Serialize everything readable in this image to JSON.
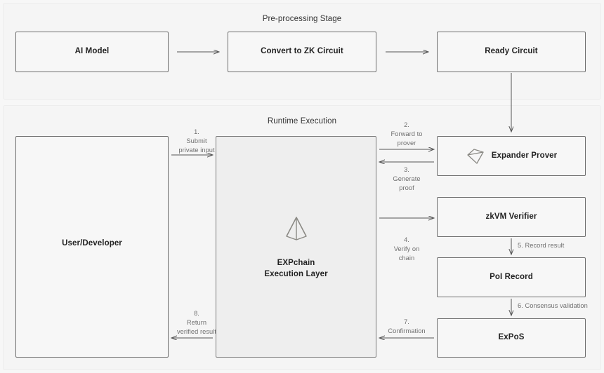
{
  "diagram": {
    "sections": [
      {
        "id": "pre-processing",
        "title": "Pre-processing Stage"
      },
      {
        "id": "runtime",
        "title": "Runtime Execution"
      }
    ],
    "nodes": {
      "ai_model": "AI Model",
      "convert_zk": "Convert to ZK Circuit",
      "ready_circuit": "Ready Circuit",
      "user_developer": "User/Developer",
      "expchain_line1": "EXPchain",
      "expchain_line2": "Execution Layer",
      "expander_prover": "Expander Prover",
      "zkvm_verifier": "zkVM Verifier",
      "poi_record": "PoI Record",
      "expos": "ExPoS"
    },
    "icons": {
      "expchain": "pyramid-icon",
      "expander_prover": "kite-diamond-icon"
    },
    "arrows": {
      "step1": "1.\nSubmit\nprivate input",
      "step2": "2.\nForward to\nprover",
      "step3": "3.\nGenerate\nproof",
      "step4": "4.\nVerify on\nchain",
      "step5": "5. Record result",
      "step6": "6. Consensus validation",
      "step7": "7.\nConfirmation",
      "step8": "8.\nReturn\nverified result"
    },
    "colors": {
      "background": "#f7f7f7",
      "panel_fill": "#f5f5f5",
      "panel_border": "#ededed",
      "node_border": "#6e6e6e",
      "node_fill": "#f7f7f7",
      "node_fill_emphasis": "#eeeeee",
      "text": "#222222",
      "caption_text": "#6f6f6f",
      "arrow": "#555555"
    }
  }
}
